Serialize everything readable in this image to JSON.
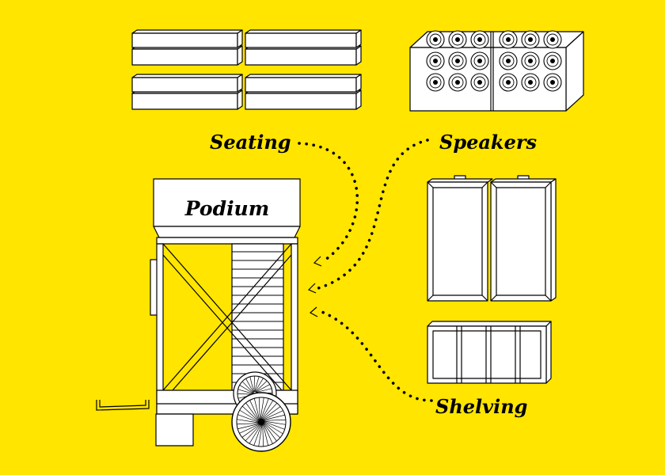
{
  "labels": {
    "podium": "Podium",
    "seating": "Seating",
    "speakers": "Speakers",
    "shelving": "Shelving"
  },
  "colors": {
    "background": "#ffe500",
    "line": "#000000",
    "fill": "#ffffff"
  }
}
